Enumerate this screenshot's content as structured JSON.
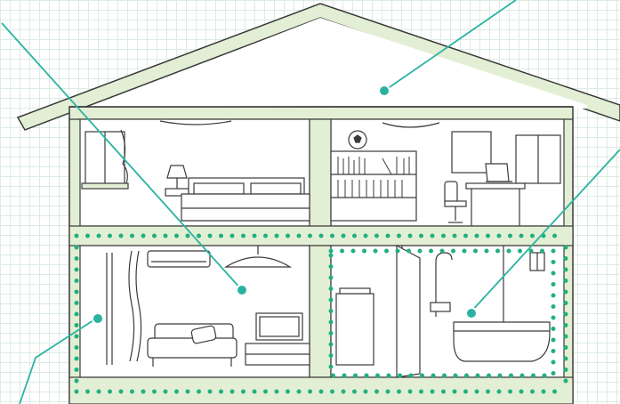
{
  "colors": {
    "grid": "#dcebe3",
    "wall_fill": "#e3efd4",
    "outline": "#3a3a3a",
    "room_fill": "#ffffff",
    "accent_teal": "#2bb3a1",
    "dot_green": "#1fb07f"
  },
  "annotation_points": [
    {
      "name": "attic-marker-dot",
      "target": "attic"
    },
    {
      "name": "living-room-marker-dot",
      "target": "living-room"
    },
    {
      "name": "bathroom-marker-dot",
      "target": "bathroom"
    },
    {
      "name": "exterior-wall-marker-dot",
      "target": "exterior-wall"
    }
  ],
  "rooms": [
    "attic",
    "bedroom",
    "study",
    "living-room",
    "laundry",
    "bathroom"
  ]
}
